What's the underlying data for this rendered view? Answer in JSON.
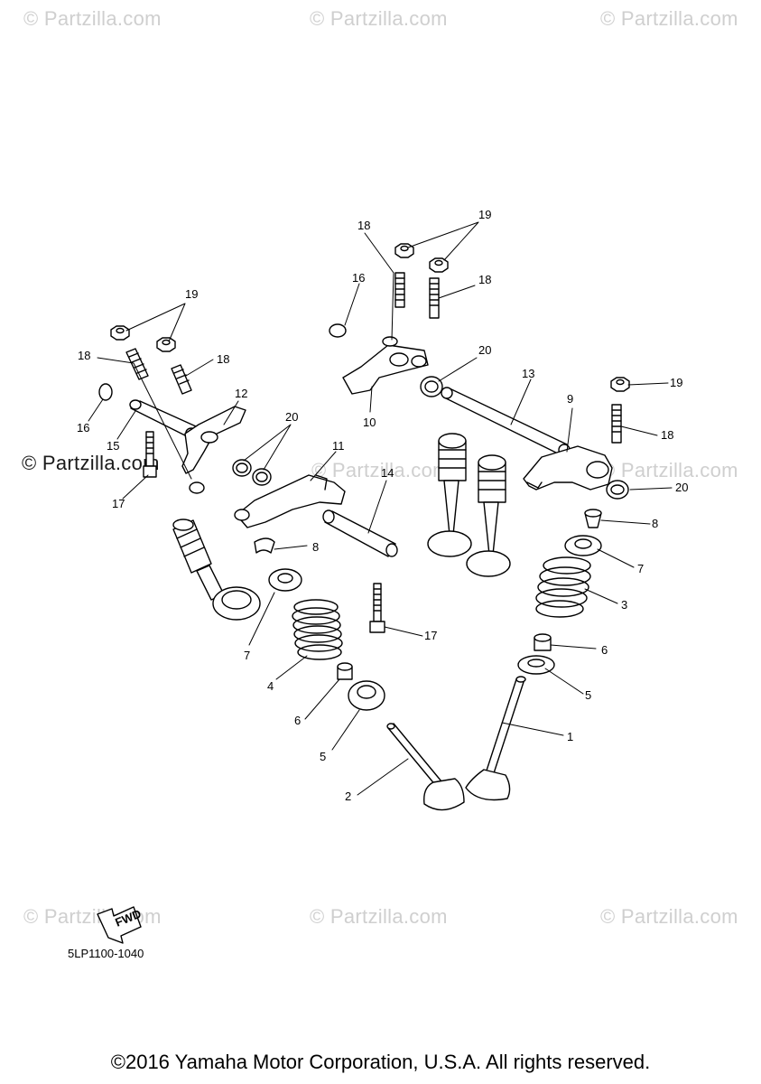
{
  "watermark": "© Partzilla.com",
  "diagram_code": "5LP1100-1040",
  "fwd_label": "FWD",
  "copyright": "©2016 Yamaha Motor Corporation, U.S.A. All rights reserved.",
  "callouts": {
    "c1": "1",
    "c2": "2",
    "c3": "3",
    "c4": "4",
    "c5a": "5",
    "c5b": "5",
    "c6a": "6",
    "c6b": "6",
    "c7a": "7",
    "c7b": "7",
    "c8a": "8",
    "c8b": "8",
    "c9": "9",
    "c10": "10",
    "c11": "11",
    "c12": "12",
    "c13": "13",
    "c14": "14",
    "c15": "15",
    "c16a": "16",
    "c16b": "16",
    "c17a": "17",
    "c17b": "17",
    "c18a": "18",
    "c18b": "18",
    "c18c": "18",
    "c18d": "18",
    "c18e": "18",
    "c19a": "19",
    "c19b": "19",
    "c19c": "19",
    "c20a": "20",
    "c20b": "20",
    "c20c": "20"
  }
}
